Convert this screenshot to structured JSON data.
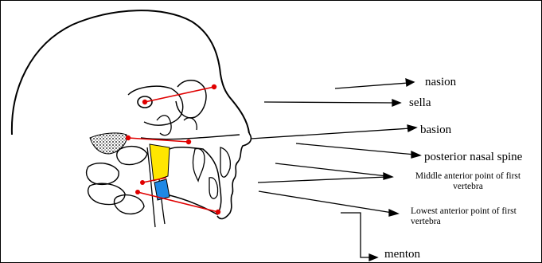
{
  "labels": {
    "nasion": "nasion",
    "sella": "sella",
    "basion": "basion",
    "pns": "posterior nasal spine",
    "middle_line1": "Middle anterior point of first",
    "middle_line2": "vertebra",
    "lowest_line1": "Lowest anterior point of first",
    "lowest_line2": "vertebra",
    "menton": "menton"
  },
  "colors": {
    "outline": "#000000",
    "measure_line": "#e00000",
    "landmark": "#e00000",
    "vertebra_upper": "#ffe600",
    "vertebra_lower": "#1e88e5"
  }
}
